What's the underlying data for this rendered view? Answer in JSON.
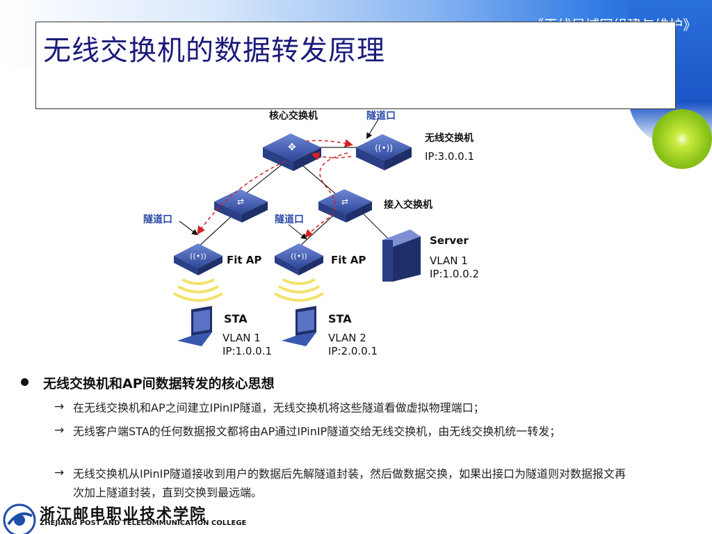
{
  "header": {
    "course": "《无线局域网组建与维护》",
    "title": "无线交换机的数据转发原理"
  },
  "diagram": {
    "core_switch": "核心交换机",
    "tunnel_port_top": "隧道口",
    "wireless_switch": "无线交换机",
    "wireless_switch_ip": "IP:3.0.0.1",
    "access_switch": "接入交换机",
    "tunnel_port_left": "隧道口",
    "tunnel_port_mid": "隧道口",
    "server": "Server",
    "server_vlan": "VLAN 1",
    "server_ip": "IP:1.0.0.2",
    "ap_left": "Fit AP",
    "ap_right": "Fit AP",
    "sta_left": "STA",
    "sta_left_vlan": "VLAN 1",
    "sta_left_ip": "IP:1.0.0.1",
    "sta_right": "STA",
    "sta_right_vlan": "VLAN 2",
    "sta_right_ip": "IP:2.0.0.1"
  },
  "content": {
    "main_point": "无线交换机和AP间数据转发的核心思想",
    "points": [
      "在无线交换机和AP之间建立IPinIP隧道，无线交换机将这些隧道看做虚拟物理端口；",
      "无线客户端STA的任何数据报文都将由AP通过IPinIP隧道交给无线交换机，由无线交换机统一转发；",
      "无线交换机从IPinIP隧道接收到用户的数据后先解隧道封装，然后做数据交换，如果出接口为隧道则对数据报文再次加上隧道封装，直到交换到最远端。"
    ]
  },
  "footer": {
    "college_cn": "浙江邮电职业技术学院",
    "college_en": "ZHEJIANG POST AND TELECOMMUNICATION COLLEGE"
  },
  "colors": {
    "accent_blue": "#1c5fd0",
    "title_text": "#1a1a7a",
    "tunnel_red": "#d42020",
    "device_blue": "#3a58b0"
  }
}
